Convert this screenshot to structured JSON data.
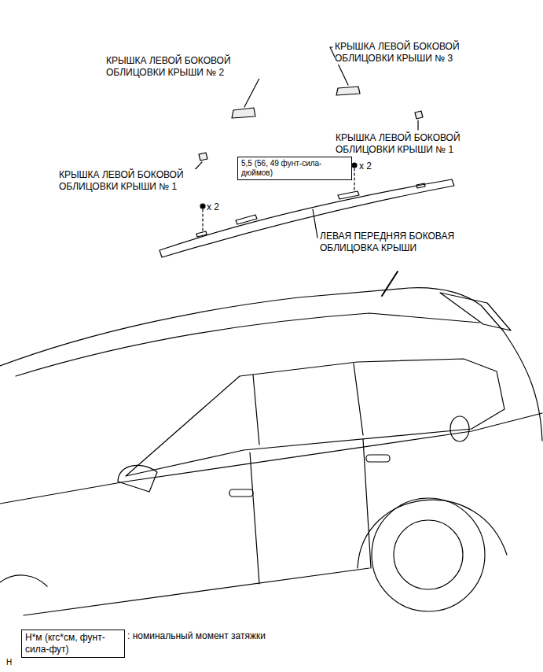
{
  "diagram": {
    "nodes": [
      {
        "text": [
          "5,5 (56, 49 фунт-сила-дюймов)"
        ]
      },
      {
        "text": [
          "Н*м (кгс*см, фунт-сила-фут)"
        ]
      }
    ],
    "labels": [
      "КРЫШКА ЛЕВОЙ БОКОВОЙ ОБЛИЦОВКИ КРЫШИ № 2",
      "КРЫШКА ЛЕВОЙ БОКОВОЙ ОБЛИЦОВКИ КРЫШИ № 3",
      "КРЫШКА ЛЕВОЙ БОКОВОЙ ОБЛИЦОВКИ КРЫШИ № 1",
      "КРЫШКА ЛЕВОЙ БОКОВОЙ ОБЛИЦОВКИ КРЫШИ № 1",
      "ЛЕВАЯ ПЕРЕДНЯЯ БОКОВАЯ ОБЛИЦОВКА КРЫШИ",
      "x 2",
      "x 2",
      "H"
    ],
    "legend": [
      {
        "text": ": номинальный момент затяжки"
      }
    ]
  }
}
